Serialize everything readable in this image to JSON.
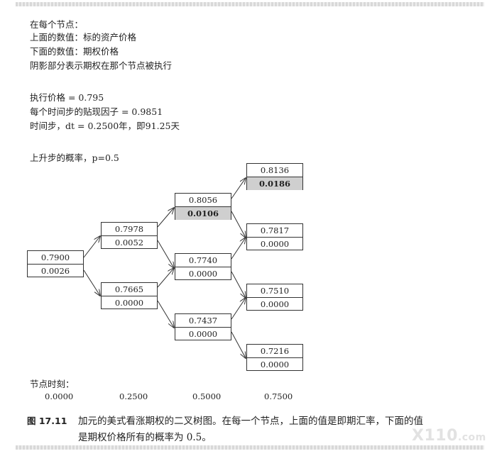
{
  "header_notes": {
    "line1": "在每个节点：",
    "line2": "上面的数值：标的资产价格",
    "line3": "下面的数值：期权价格",
    "line4": "阴影部分表示期权在那个节点被执行"
  },
  "params": {
    "strike": "执行价格 = 0.795",
    "discount": "每个时间步的贴现因子 = 0.9851",
    "timestep": "时间步，dt = 0.2500年，即91.25天",
    "prob": "上升步的概率，p=0.5"
  },
  "tree": {
    "n00": {
      "up": "0.7900",
      "down": "0.0026",
      "exercised": false
    },
    "n10": {
      "up": "0.7978",
      "down": "0.0052",
      "exercised": false
    },
    "n11": {
      "up": "0.7665",
      "down": "0.0000",
      "exercised": false
    },
    "n20": {
      "up": "0.8056",
      "down": "0.0106",
      "exercised": true
    },
    "n21": {
      "up": "0.7740",
      "down": "0.0000",
      "exercised": false
    },
    "n22": {
      "up": "0.7437",
      "down": "0.0000",
      "exercised": false
    },
    "n30": {
      "up": "0.8136",
      "down": "0.0186",
      "exercised": true
    },
    "n31": {
      "up": "0.7817",
      "down": "0.0000",
      "exercised": false
    },
    "n32": {
      "up": "0.7510",
      "down": "0.0000",
      "exercised": false
    },
    "n33": {
      "up": "0.7216",
      "down": "0.0000",
      "exercised": false
    }
  },
  "time_axis": {
    "label": "节点时刻：",
    "values": [
      "0.0000",
      "0.2500",
      "0.5000",
      "0.7500"
    ]
  },
  "caption": {
    "figure_number": "图 17.11",
    "line1": "加元的美式看涨期权的二叉树图。在每一个节点，上面的值是即期汇率，下面的值",
    "line2": "是期权价格所有的概率为 0.5。"
  },
  "watermark": {
    "text": "X110",
    "suffix": ".com"
  },
  "colors": {
    "exercised_shade": "#cfcfcf",
    "border": "#333333"
  }
}
